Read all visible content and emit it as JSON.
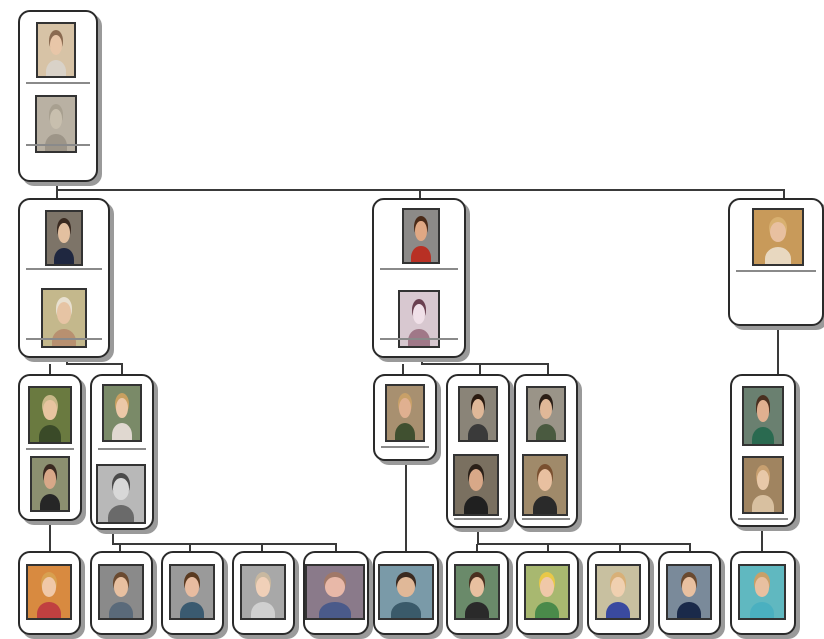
{
  "tree": {
    "line_color": "#3a3a3a",
    "cards": [
      {
        "id": "root",
        "photos": [
          {
            "bg": "#d7c3a6",
            "hair": "#8a6a50",
            "skin": "#e8c6a8",
            "shirt": "#d9d2c8"
          },
          {
            "bg": "#b9b1a3",
            "hair": "#a8a090",
            "skin": "#c8bfae",
            "shirt": "#9d9588"
          }
        ],
        "notes": 3
      },
      {
        "id": "gen2-left",
        "photos": [
          {
            "bg": "#7d7468",
            "hair": "#3a2a20",
            "skin": "#e3c0a0",
            "shirt": "#1f2740"
          },
          {
            "bg": "#c4b88c",
            "hair": "#e8e0d0",
            "skin": "#e6c4a4",
            "shirt": "#b89070"
          }
        ],
        "notes": 2
      },
      {
        "id": "gen2-mid",
        "photos": [
          {
            "bg": "#8c8a88",
            "hair": "#4a2a18",
            "skin": "#e0a884",
            "shirt": "#b83024"
          },
          {
            "bg": "#d8c8d0",
            "hair": "#6a4050",
            "skin": "#f0e0e8",
            "shirt": "#a07888"
          }
        ],
        "notes": 2
      },
      {
        "id": "gen2-right",
        "photos": [
          {
            "bg": "#c89a5a",
            "hair": "#d8b070",
            "skin": "#e8c0a0",
            "shirt": "#e8d8c0"
          }
        ],
        "notes": 6
      },
      {
        "id": "gen3-a",
        "photos": [
          {
            "bg": "#6a7a40",
            "hair": "#c8b888",
            "skin": "#e8c4a0",
            "shirt": "#3a4a28"
          },
          {
            "bg": "#8c9070",
            "hair": "#3a2a20",
            "skin": "#d8a888",
            "shirt": "#262626"
          }
        ],
        "notes": 1
      },
      {
        "id": "gen3-b",
        "photos": [
          {
            "bg": "#7a8a68",
            "hair": "#c8a060",
            "skin": "#ecc8a8",
            "shirt": "#e0d8d0"
          },
          {
            "bg": "#b8b8b8",
            "hair": "#4a4a4a",
            "skin": "#d8d8d8",
            "shirt": "#6a6a6a"
          }
        ],
        "notes": 1
      },
      {
        "id": "gen3-c",
        "photos": [
          {
            "bg": "#a89070",
            "hair": "#c8a068",
            "skin": "#e0b090",
            "shirt": "#405030"
          }
        ],
        "notes": 1
      },
      {
        "id": "gen3-d",
        "photos": [
          {
            "bg": "#8a8478",
            "hair": "#2a1a10",
            "skin": "#e0b898",
            "shirt": "#3a3a3a"
          },
          {
            "bg": "#7a7060",
            "hair": "#2a2018",
            "skin": "#d8a888",
            "shirt": "#202020"
          }
        ],
        "notes": 1
      },
      {
        "id": "gen3-e",
        "photos": [
          {
            "bg": "#9a9488",
            "hair": "#2a1e16",
            "skin": "#e0b898",
            "shirt": "#4a5a40"
          },
          {
            "bg": "#a08a6a",
            "hair": "#7a5030",
            "skin": "#e8c0a0",
            "shirt": "#2a2a2a"
          }
        ],
        "notes": 1
      },
      {
        "id": "gen3-f",
        "photos": [
          {
            "bg": "#6a8070",
            "hair": "#4a3020",
            "skin": "#e0b090",
            "shirt": "#2a6a50"
          },
          {
            "bg": "#a08460",
            "hair": "#c8a070",
            "skin": "#e8c8a8",
            "shirt": "#d8c0a0"
          }
        ],
        "notes": 1
      },
      {
        "id": "gen4-1",
        "photos": [
          {
            "bg": "#d88a40",
            "hair": "#d8a050",
            "skin": "#f0c8a8",
            "shirt": "#c04040"
          }
        ],
        "notes": 0
      },
      {
        "id": "gen4-2",
        "photos": [
          {
            "bg": "#8a8a8a",
            "hair": "#6a4a30",
            "skin": "#e8c0a0",
            "shirt": "#5a6a7a"
          }
        ],
        "notes": 0
      },
      {
        "id": "gen4-3",
        "photos": [
          {
            "bg": "#9a9a9a",
            "hair": "#5a3a20",
            "skin": "#e8bca0",
            "shirt": "#3a5a70"
          }
        ],
        "notes": 0
      },
      {
        "id": "gen4-4",
        "photos": [
          {
            "bg": "#a8a8a8",
            "hair": "#c8b8a0",
            "skin": "#f0d0b8",
            "shirt": "#d0d0d0"
          }
        ],
        "notes": 0
      },
      {
        "id": "gen4-5",
        "photos": [
          {
            "bg": "#8a7a8a",
            "hair": "#a07868",
            "skin": "#e8b8a8",
            "shirt": "#4a5a8a"
          }
        ],
        "notes": 0
      },
      {
        "id": "gen4-6",
        "photos": [
          {
            "bg": "#7a9aa8",
            "hair": "#3a2a20",
            "skin": "#e0b898",
            "shirt": "#3a5a6a"
          }
        ],
        "notes": 0
      },
      {
        "id": "gen4-7",
        "photos": [
          {
            "bg": "#6a8a6a",
            "hair": "#4a3020",
            "skin": "#e8c0a0",
            "shirt": "#2a2a2a"
          }
        ],
        "notes": 0
      },
      {
        "id": "gen4-8",
        "photos": [
          {
            "bg": "#a8b870",
            "hair": "#e8c848",
            "skin": "#f0c8a8",
            "shirt": "#4a8a4a"
          }
        ],
        "notes": 0
      },
      {
        "id": "gen4-9",
        "photos": [
          {
            "bg": "#c8c0a0",
            "hair": "#d8b078",
            "skin": "#f0d0b0",
            "shirt": "#3a4aa0"
          }
        ],
        "notes": 0
      },
      {
        "id": "gen4-10",
        "photos": [
          {
            "bg": "#7a8a9a",
            "hair": "#6a4a30",
            "skin": "#e8c0a0",
            "shirt": "#1a2a4a"
          }
        ],
        "notes": 0
      },
      {
        "id": "gen4-11",
        "photos": [
          {
            "bg": "#60b8c0",
            "hair": "#c8a068",
            "skin": "#e8c0a0",
            "shirt": "#4ab0c0"
          }
        ],
        "notes": 0
      }
    ]
  }
}
